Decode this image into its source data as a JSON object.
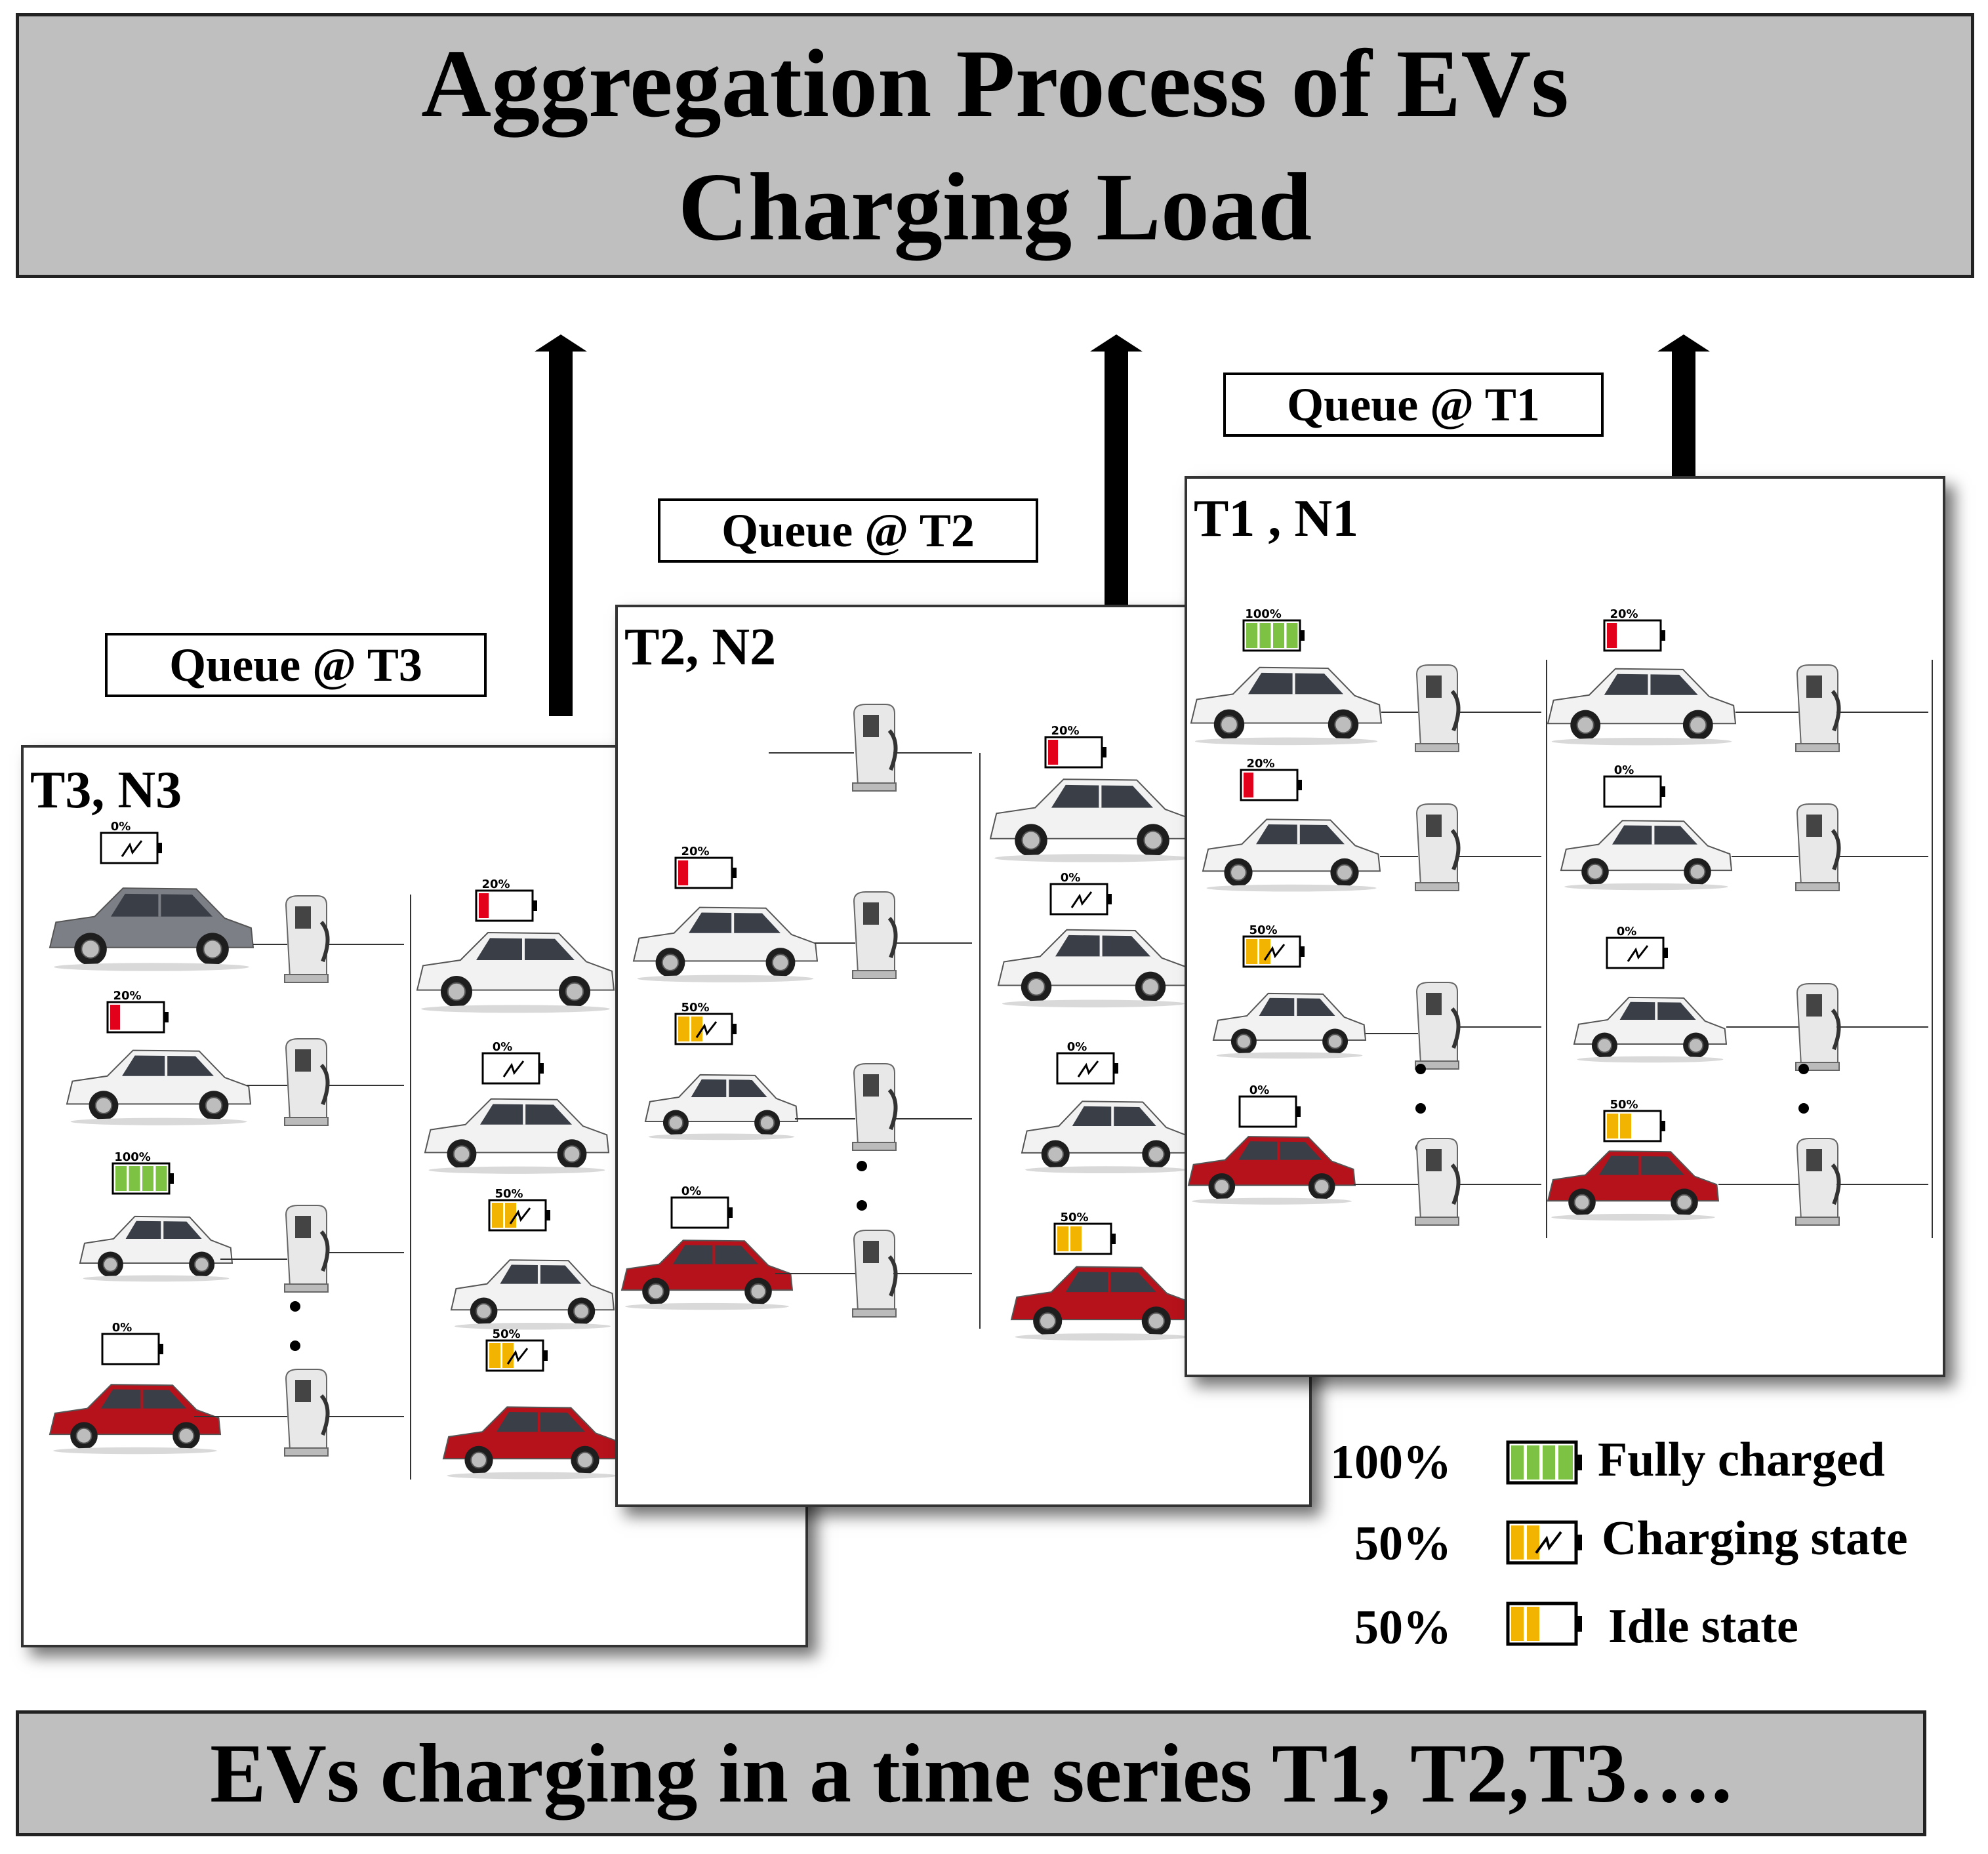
{
  "title": {
    "line1": "Aggregation Process of EVs",
    "line2": "Charging Load"
  },
  "footer": "EVs charging in a time series T1, T2,T3….",
  "queues": {
    "t1": "Queue @ T1",
    "t2": "Queue @ T2",
    "t3": "Queue @ T3"
  },
  "panels": {
    "t1": {
      "title": "T1 , N1"
    },
    "t2": {
      "title": "T2, N2"
    },
    "t3": {
      "title": "T3, N3"
    }
  },
  "legend": [
    {
      "percent": "100%",
      "label": "Fully charged",
      "icon": "battery-full-icon"
    },
    {
      "percent": "50%",
      "label": "Charging state",
      "icon": "battery-charging-icon"
    },
    {
      "percent": "50%",
      "label": "Idle state",
      "icon": "battery-idle-icon"
    }
  ],
  "battery_levels": {
    "full": "100%",
    "half": "50%",
    "low": "20%",
    "empty": "0%"
  },
  "colors": {
    "banner": "#bfbfbf",
    "full": "#7dc242",
    "half": "#f2b400",
    "low": "#e3001b",
    "car_red": "#b5121b",
    "car_white": "#f2f2f2",
    "car_gray": "#7d7f86"
  }
}
